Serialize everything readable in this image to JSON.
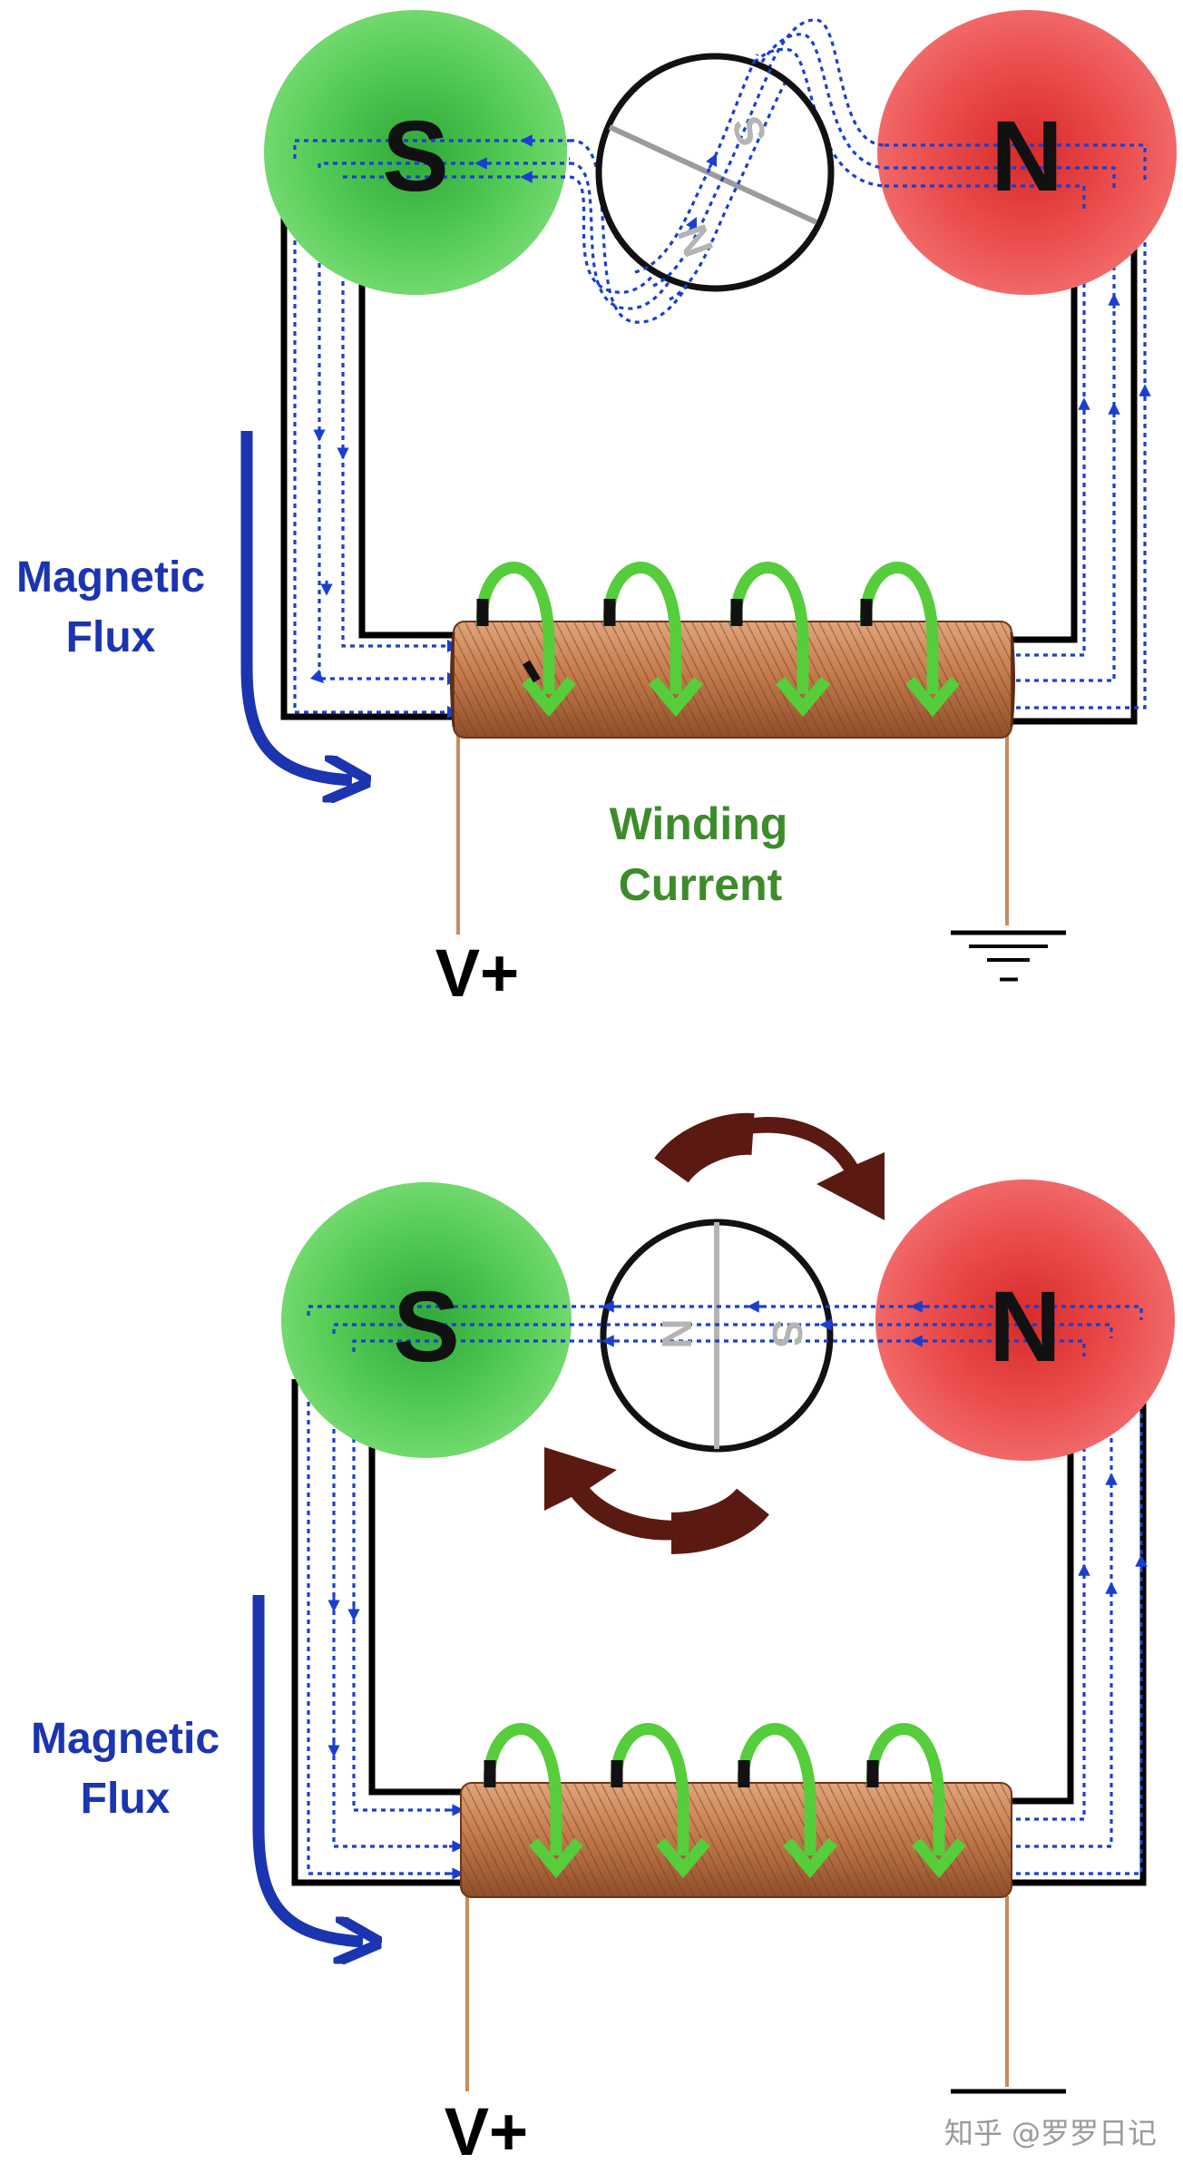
{
  "colors": {
    "south_pole": "#52cc52",
    "north_pole": "#ee4a4a",
    "flux_lines": "#1a3fcf",
    "flux_label": "#1b34b0",
    "winding_current": "#3d8b2a",
    "winding_arrow": "#5fd03c",
    "rotation_arrow": "#5a1a12",
    "coil_copper": "#c0794a",
    "frame": "#000000"
  },
  "panels": [
    {
      "state": "rotor-tilted",
      "south_pole_label": "S",
      "north_pole_label": "N",
      "rotor_s_label": "S",
      "rotor_n_label": "N",
      "flux_label_line1": "Magnetic",
      "flux_label_line2": "Flux",
      "winding_label_line1": "Winding",
      "winding_label_line2": "Current",
      "supply_label": "V+",
      "ground_label": "–"
    },
    {
      "state": "rotor-aligned",
      "south_pole_label": "S",
      "north_pole_label": "N",
      "rotor_s_label": "S",
      "rotor_n_label": "N",
      "flux_label_line1": "Magnetic",
      "flux_label_line2": "Flux",
      "supply_label": "V+"
    }
  ],
  "watermark": "知乎 @罗罗日记",
  "icons": {
    "winding_arrow": "curved-down-arrow-icon",
    "flux_direction": "curved-flux-arrow-icon",
    "rotation": "clockwise-rotation-arrow-icon",
    "ground": "ground-symbol-icon"
  }
}
